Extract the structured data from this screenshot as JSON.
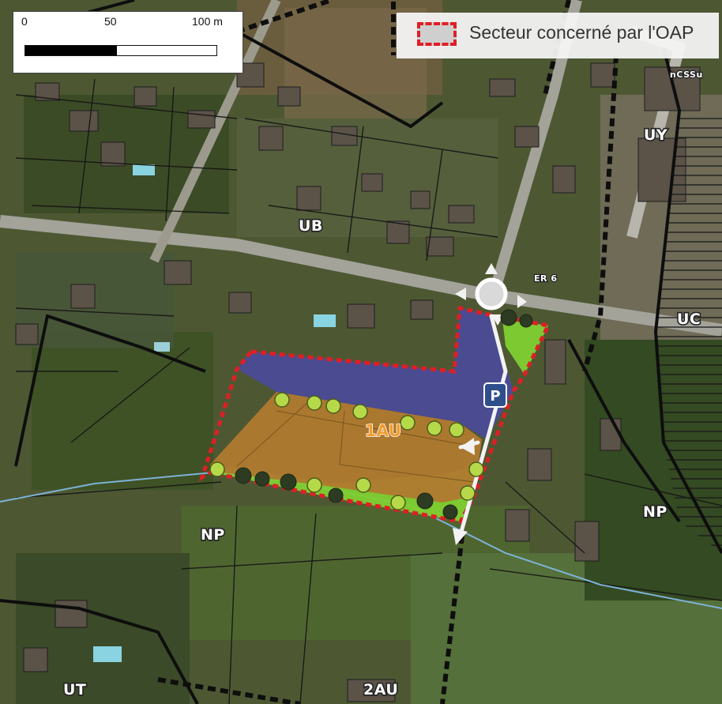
{
  "scalebar": {
    "ticks": [
      "0",
      "50",
      "100 m"
    ]
  },
  "legend": {
    "label": "Secteur concerné par l'OAP",
    "swatch_border_color": "#e01e25"
  },
  "zones": {
    "ub": "UB",
    "uy": "UY",
    "uc": "UC",
    "np_right": "NP",
    "np_left": "NP",
    "ut": "UT",
    "two_au": "2AU",
    "one_au": "1AU",
    "er": "ER 6",
    "corner": "nCSSu"
  },
  "parking": {
    "label": "P"
  },
  "colors": {
    "oap_boundary": "#e01e25",
    "access_zone": "#4a4a93",
    "building_zone": "#b07a2f",
    "green_buffer": "#7fd032",
    "tree_fill": "#b6d94a",
    "zone_border": "#111111"
  }
}
